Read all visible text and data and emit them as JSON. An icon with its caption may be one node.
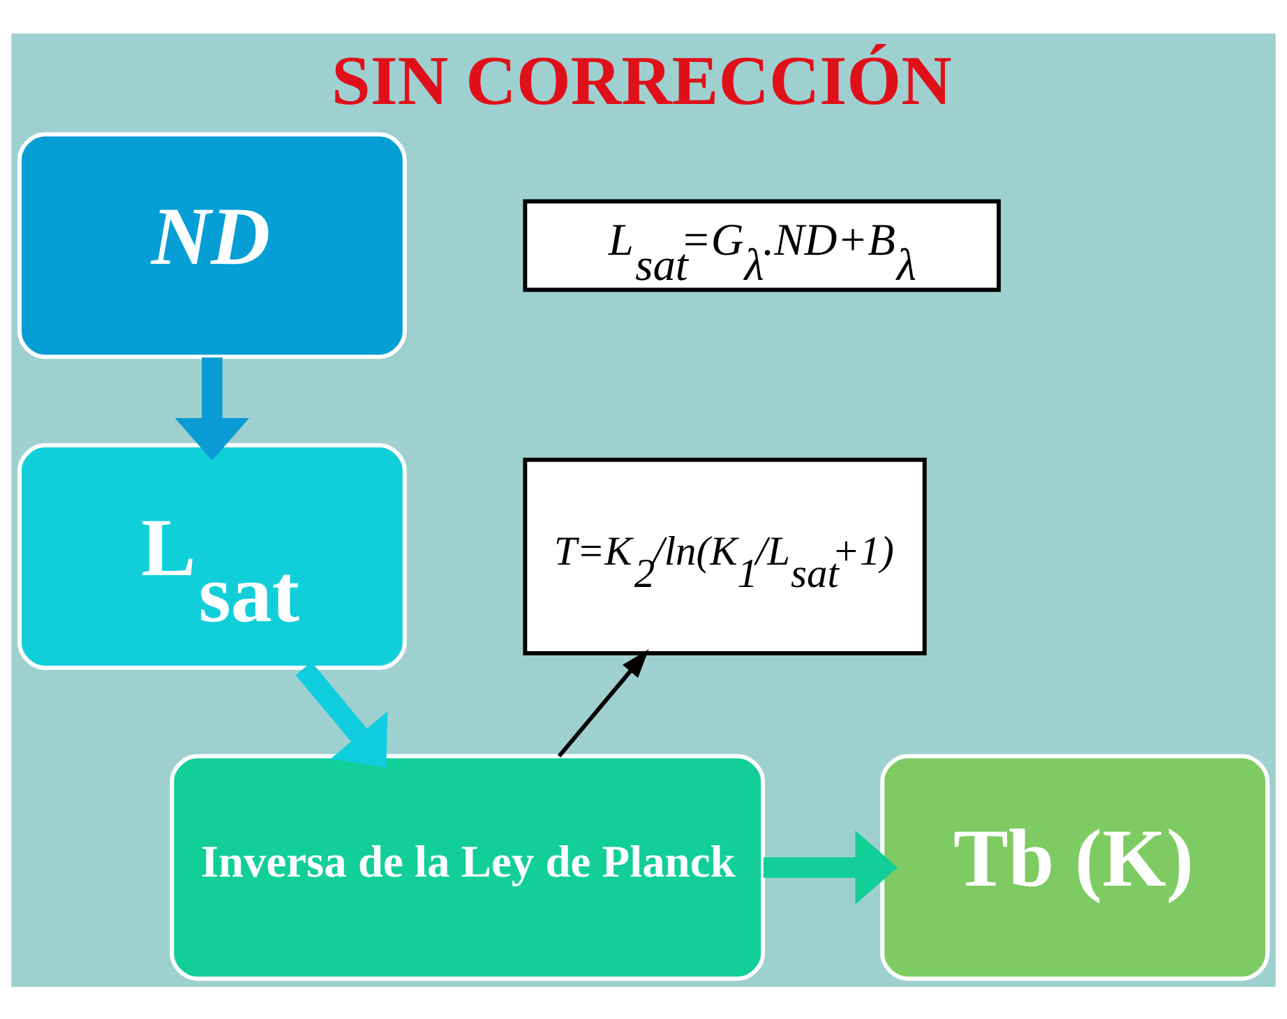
{
  "diagram": {
    "title": "SIN CORRECCIÓN",
    "nodes": [
      {
        "text": [
          "ND"
        ]
      },
      {
        "text": [
          "L$_{sat}$=G$_{λ}$.ND+B$_{λ}$"
        ]
      },
      {
        "text": [
          "L$_{sat}$"
        ]
      },
      {
        "text": [
          "T=K$_{2}$/ln(K$_{1}$/L$_{sat}$+1)"
        ]
      },
      {
        "text": [
          "Inversa de la Ley de Planck"
        ]
      },
      {
        "text": [
          "Tb (K)"
        ]
      }
    ],
    "edges": [
      {
        "from": 0,
        "to": 2,
        "arrow": "to",
        "color": "#0a9bd4"
      },
      {
        "from": 2,
        "to": 4,
        "arrow": "to",
        "color": "#10cde0"
      },
      {
        "from": 4,
        "to": 3,
        "arrow": "to",
        "color": "#000000"
      },
      {
        "from": 4,
        "to": 5,
        "arrow": "to",
        "color": "#12cf98"
      }
    ]
  }
}
